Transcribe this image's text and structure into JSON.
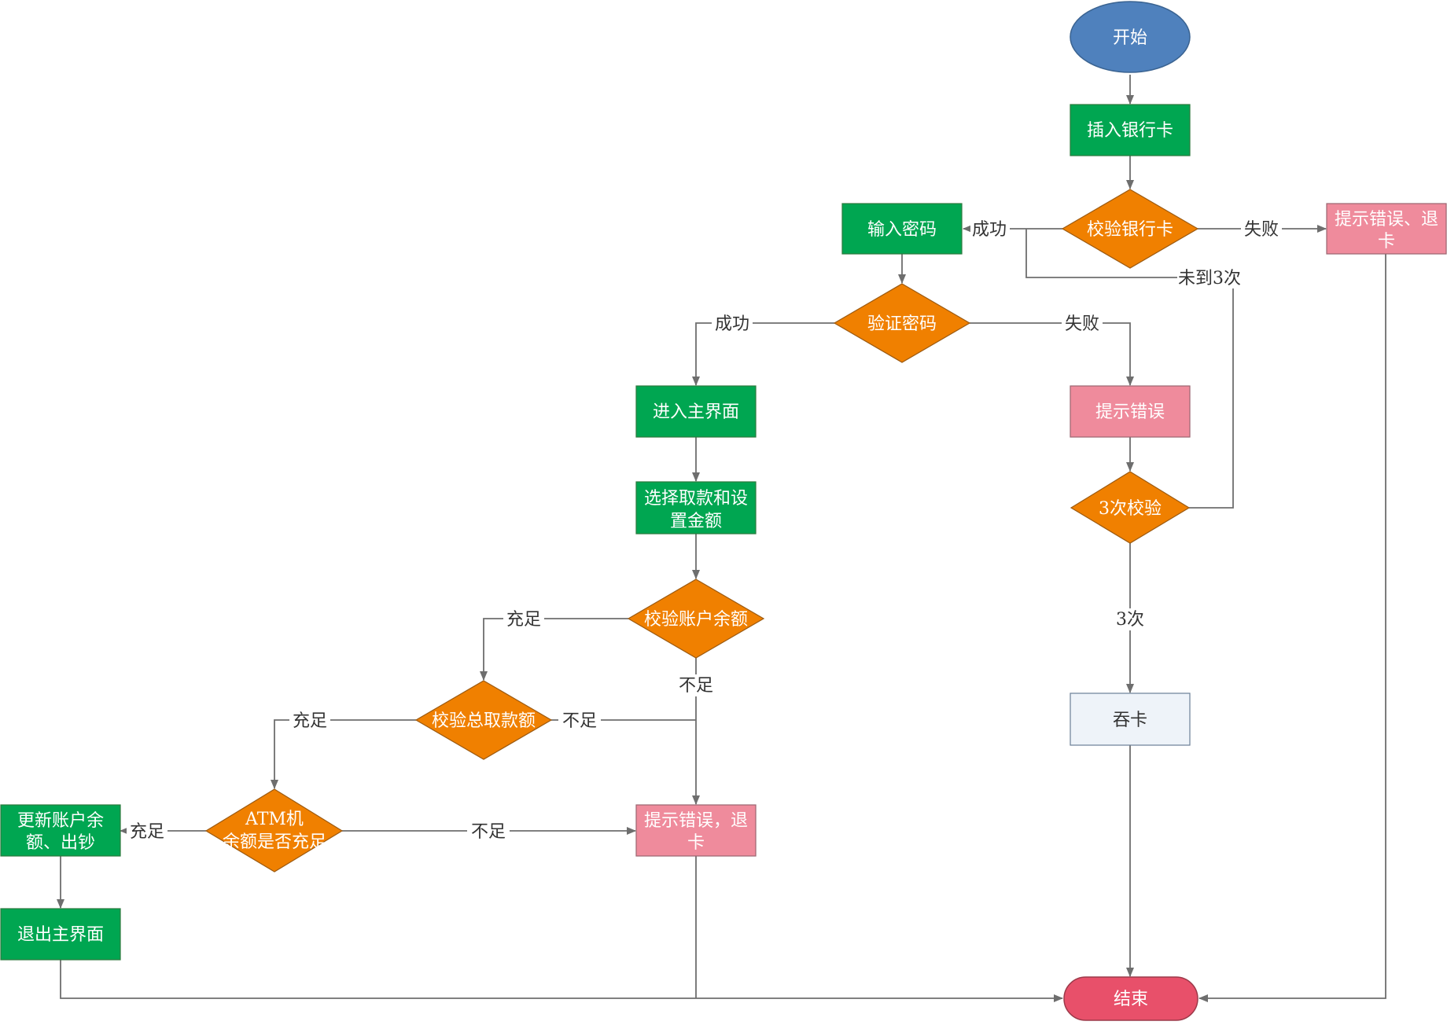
{
  "colors": {
    "start": "#4f81bd",
    "process": "#00a651",
    "decision": "#f08000",
    "error": "#ef8b9c",
    "end": "#e8506a",
    "swallow": "#eef3f9",
    "line": "#6e6e6e"
  },
  "nodes": {
    "start": "开始",
    "insert_card": "插入银行卡",
    "verify_card": "校验银行卡",
    "card_error": [
      "提示错误、退",
      "卡"
    ],
    "enter_password": "输入密码",
    "verify_password": "验证密码",
    "show_error": "提示错误",
    "three_checks": "3次校验",
    "swallow_card": "吞卡",
    "main_menu": "进入主界面",
    "select_withdraw": [
      "选择取款和设",
      "置金额"
    ],
    "check_account_balance": "校验账户余额",
    "check_total_withdraw": "校验总取款额",
    "atm_balance": [
      "ATM机",
      "余额是否充足"
    ],
    "withdraw_error": [
      "提示错误，退",
      "卡"
    ],
    "update_balance": [
      "更新账户余",
      "额、出钞"
    ],
    "exit_menu": "退出主界面",
    "end": "结束"
  },
  "edges": {
    "card_success": "成功",
    "card_fail": "失败",
    "retry_under_3": "未到3次",
    "pwd_success": "成功",
    "pwd_fail": "失败",
    "three_times": "3次",
    "account_enough": "充足",
    "account_short": "不足",
    "total_enough": "充足",
    "total_short": "不足",
    "atm_enough": "充足",
    "atm_short": "不足"
  }
}
